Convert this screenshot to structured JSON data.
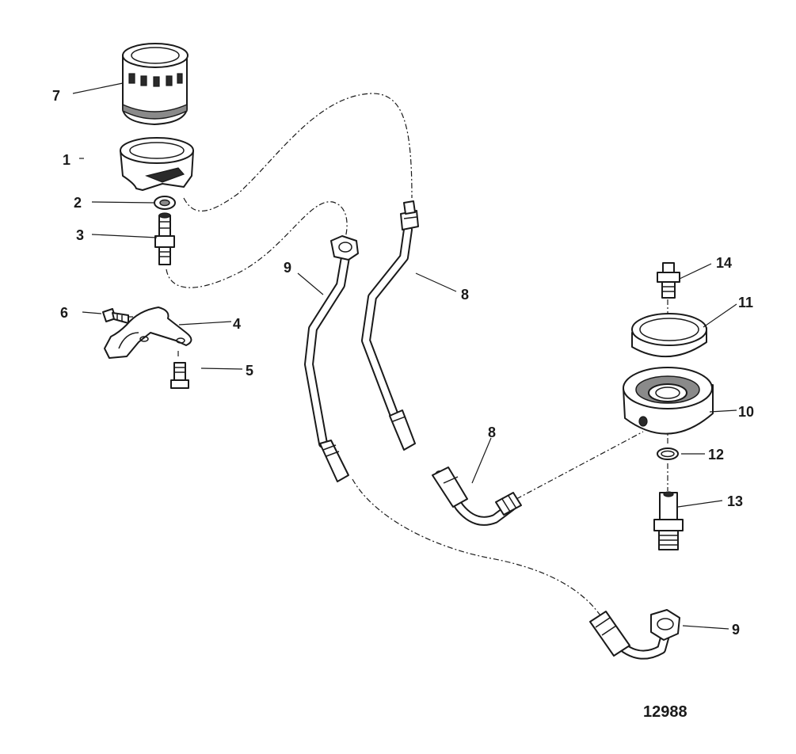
{
  "diagram": {
    "drawing_number": "12988",
    "callouts": [
      {
        "id": "7",
        "text": "7"
      },
      {
        "id": "1",
        "text": "1"
      },
      {
        "id": "2",
        "text": "2"
      },
      {
        "id": "3",
        "text": "3"
      },
      {
        "id": "6",
        "text": "6"
      },
      {
        "id": "4",
        "text": "4"
      },
      {
        "id": "5",
        "text": "5"
      },
      {
        "id": "9a",
        "text": "9"
      },
      {
        "id": "8a",
        "text": "8"
      },
      {
        "id": "14",
        "text": "14"
      },
      {
        "id": "11",
        "text": "11"
      },
      {
        "id": "10",
        "text": "10"
      },
      {
        "id": "8b",
        "text": "8"
      },
      {
        "id": "12",
        "text": "12"
      },
      {
        "id": "13",
        "text": "13"
      },
      {
        "id": "9b",
        "text": "9"
      }
    ]
  }
}
